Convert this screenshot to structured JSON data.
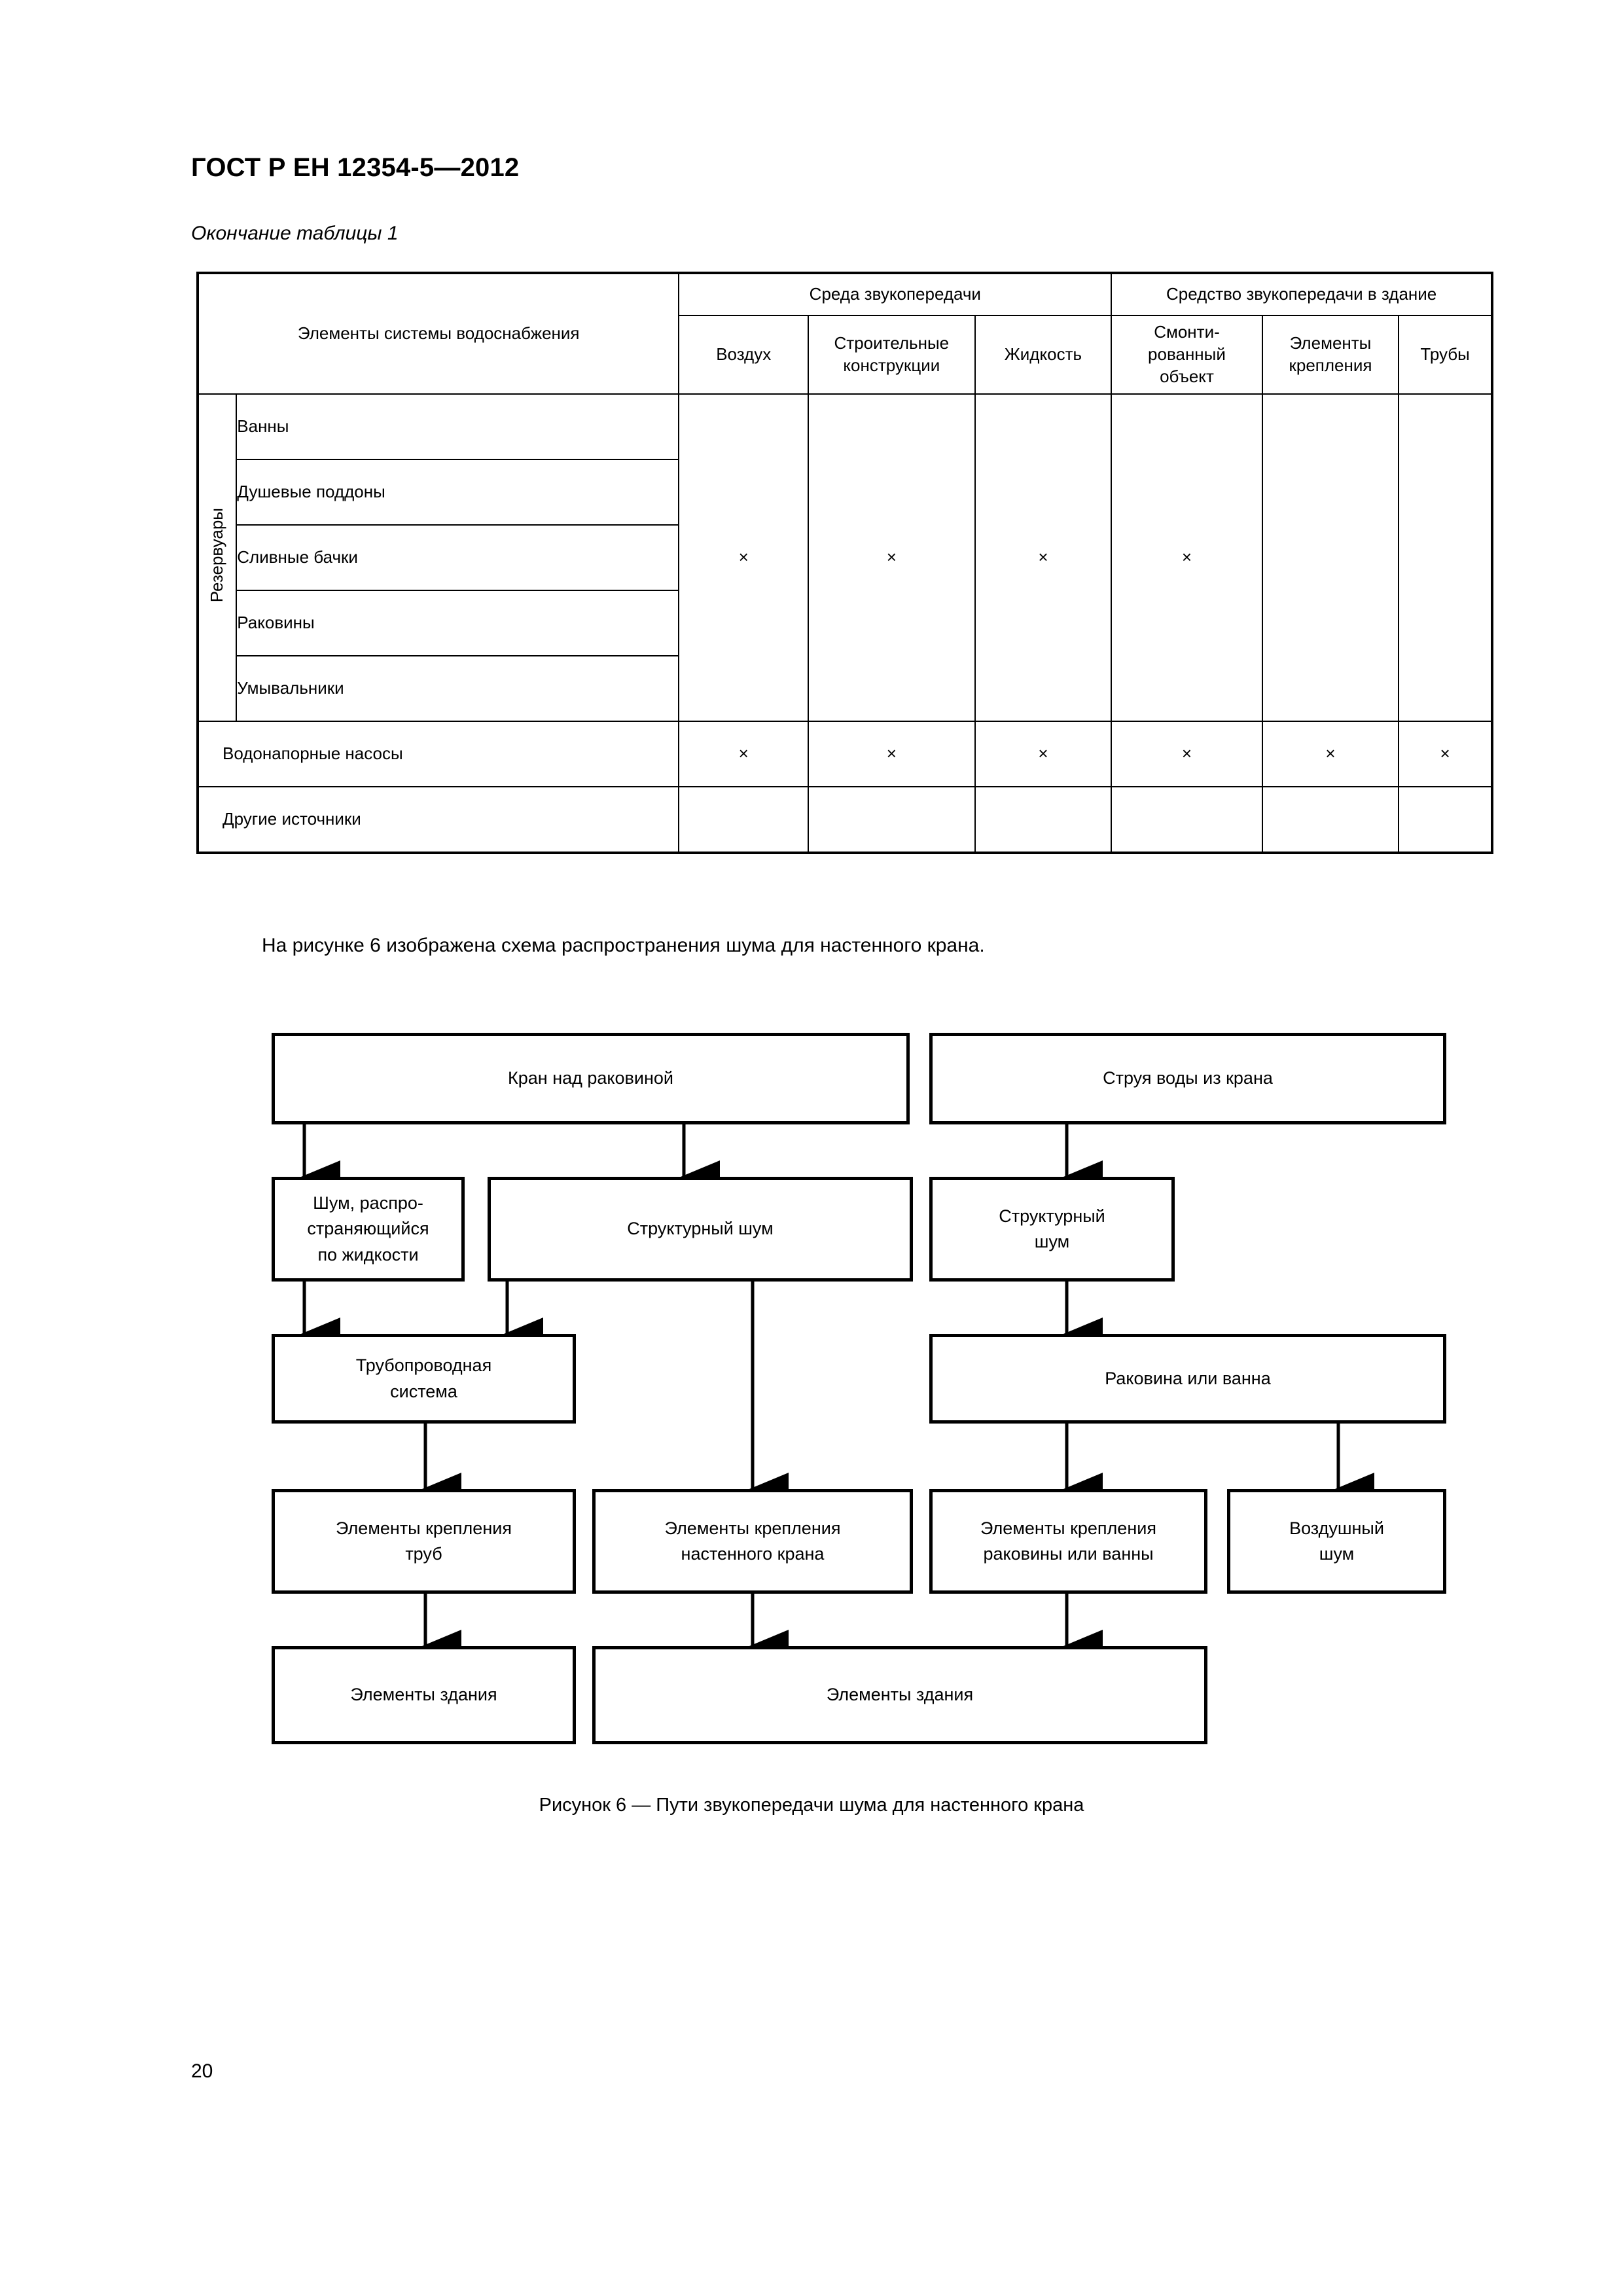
{
  "header": {
    "standard_id": "ГОСТ Р ЕН 12354-5—2012",
    "table_continuation": "Окончание таблицы 1"
  },
  "table": {
    "row_header_label": "Элементы системы водоснабжения",
    "group_headers": [
      "Среда звукопередачи",
      "Средство звукопередачи в здание"
    ],
    "columns": [
      "Воздух",
      "Строительные конструкции",
      "Жидкость",
      "Смонти-рованный объект",
      "Элементы крепления",
      "Трубы"
    ],
    "column_lines": {
      "air": "Воздух",
      "structures_1": "Строительные",
      "structures_2": "конструкции",
      "liquid": "Жидкость",
      "mounted_1": "Смонти-",
      "mounted_2": "рованный",
      "mounted_3": "объект",
      "fasteners_1": "Элементы",
      "fasteners_2": "крепления",
      "pipes": "Трубы"
    },
    "group_vertical_label": "Резервуары",
    "reservoir_rows": [
      "Ванны",
      "Душевые поддоны",
      "Сливные бачки",
      "Раковины",
      "Умывальники"
    ],
    "reservoir_marks": [
      "×",
      "×",
      "×",
      "×",
      "",
      ""
    ],
    "other_rows": [
      {
        "label": "Водонапорные насосы",
        "marks": [
          "×",
          "×",
          "×",
          "×",
          "×",
          "×"
        ]
      },
      {
        "label": "Другие источники",
        "marks": [
          "",
          "",
          "",
          "",
          "",
          ""
        ]
      }
    ]
  },
  "body_text": {
    "intro": "На рисунке 6 изображена схема распространения шума для настенного крана."
  },
  "figure": {
    "caption": "Рисунок 6 — Пути звукопередачи шума для настенного крана",
    "boxes": [
      {
        "id": "tap-over-sink",
        "label": "Кран над раковиной"
      },
      {
        "id": "water-jet",
        "label": "Струя воды из крана"
      },
      {
        "id": "liquid-borne-noise",
        "label": "Шум, распро-\nстраняющийся\nпо жидкости"
      },
      {
        "id": "structure-noise-mid",
        "label": "Структурный шум"
      },
      {
        "id": "structure-noise-right",
        "label": "Структурный\nшум"
      },
      {
        "id": "pipe-system",
        "label": "Трубопроводная\nсистема"
      },
      {
        "id": "sink-or-bath",
        "label": "Раковина или ванна"
      },
      {
        "id": "pipe-fasteners",
        "label": "Элементы крепления\nтруб"
      },
      {
        "id": "tap-fasteners",
        "label": "Элементы крепления\nнастенного крана"
      },
      {
        "id": "sink-fasteners",
        "label": "Элементы крепления\nраковины или ванны"
      },
      {
        "id": "airborne-noise",
        "label": "Воздушный\nшум"
      },
      {
        "id": "building-elements-left",
        "label": "Элементы здания"
      },
      {
        "id": "building-elements-right",
        "label": "Элементы здания"
      }
    ]
  },
  "footer": {
    "page_number": "20"
  }
}
